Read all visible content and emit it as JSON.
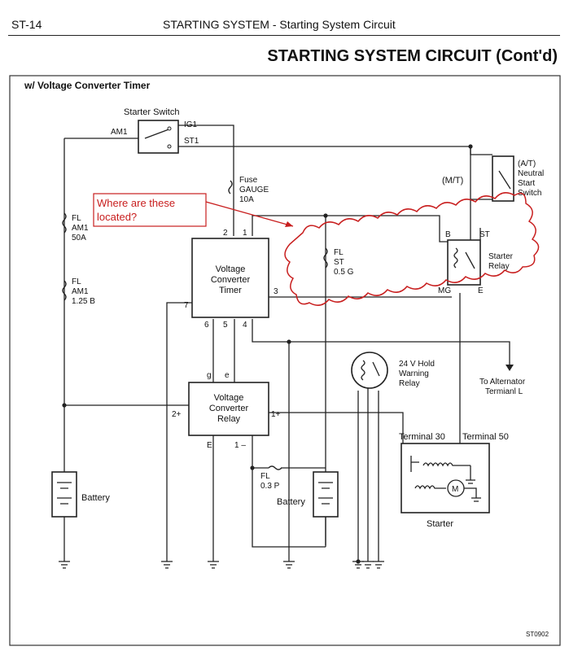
{
  "header": {
    "page_code": "ST-14",
    "section": "STARTING SYSTEM  -  Starting System Circuit"
  },
  "title": "STARTING SYSTEM CIRCUIT (Cont'd)",
  "panel": {
    "label": "w/ Voltage Converter Timer"
  },
  "callout": {
    "line1": "Where are these",
    "line2": "located?"
  },
  "starter_switch": {
    "name": "Starter Switch",
    "am1": "AM1",
    "ig1": "IG1",
    "st1": "ST1"
  },
  "fuse_gauge": {
    "l1": "Fuse",
    "l2": "GAUGE",
    "l3": "10A"
  },
  "mt_label": "(M/T)",
  "neutral_switch": {
    "l1": "(A/T)",
    "l2": "Neutral",
    "l3": "Start",
    "l4": "Switch"
  },
  "fl_am1_50a": {
    "l1": "FL",
    "l2": "AM1",
    "l3": "50A"
  },
  "fl_am1_125b": {
    "l1": "FL",
    "l2": "AM1",
    "l3": "1.25 B"
  },
  "vct": {
    "l1": "Voltage",
    "l2": "Converter",
    "l3": "Timer",
    "p1": "1",
    "p2": "2",
    "p3": "3",
    "p4": "4",
    "p5": "5",
    "p6": "6",
    "p7": "7"
  },
  "fl_st": {
    "l1": "FL",
    "l2": "ST",
    "l3": "0.5 G"
  },
  "starter_relay": {
    "l1": "Starter",
    "l2": "Relay",
    "b": "B",
    "st": "ST",
    "mg": "MG",
    "e": "E"
  },
  "hold_relay": {
    "l1": "24 V Hold",
    "l2": "Warning",
    "l3": "Relay"
  },
  "alternator": {
    "l1": "To Alternator",
    "l2": "Termianl L"
  },
  "vcr": {
    "l1": "Voltage",
    "l2": "Converter",
    "l3": "Relay",
    "g": "g",
    "e_top": "e",
    "p2": "2+",
    "p1p": "1+",
    "e_bot": "E",
    "p1m": "1 –"
  },
  "fl_03p": {
    "l1": "FL",
    "l2": "0.3 P"
  },
  "battery_left": "Battery",
  "battery_right": "Battery",
  "starter": {
    "t30": "Terminal 30",
    "t50": "Terminal 50",
    "name": "Starter"
  },
  "figure_code": "ST0902",
  "colors": {
    "callout": "#c81e1e",
    "line": "#222222"
  }
}
